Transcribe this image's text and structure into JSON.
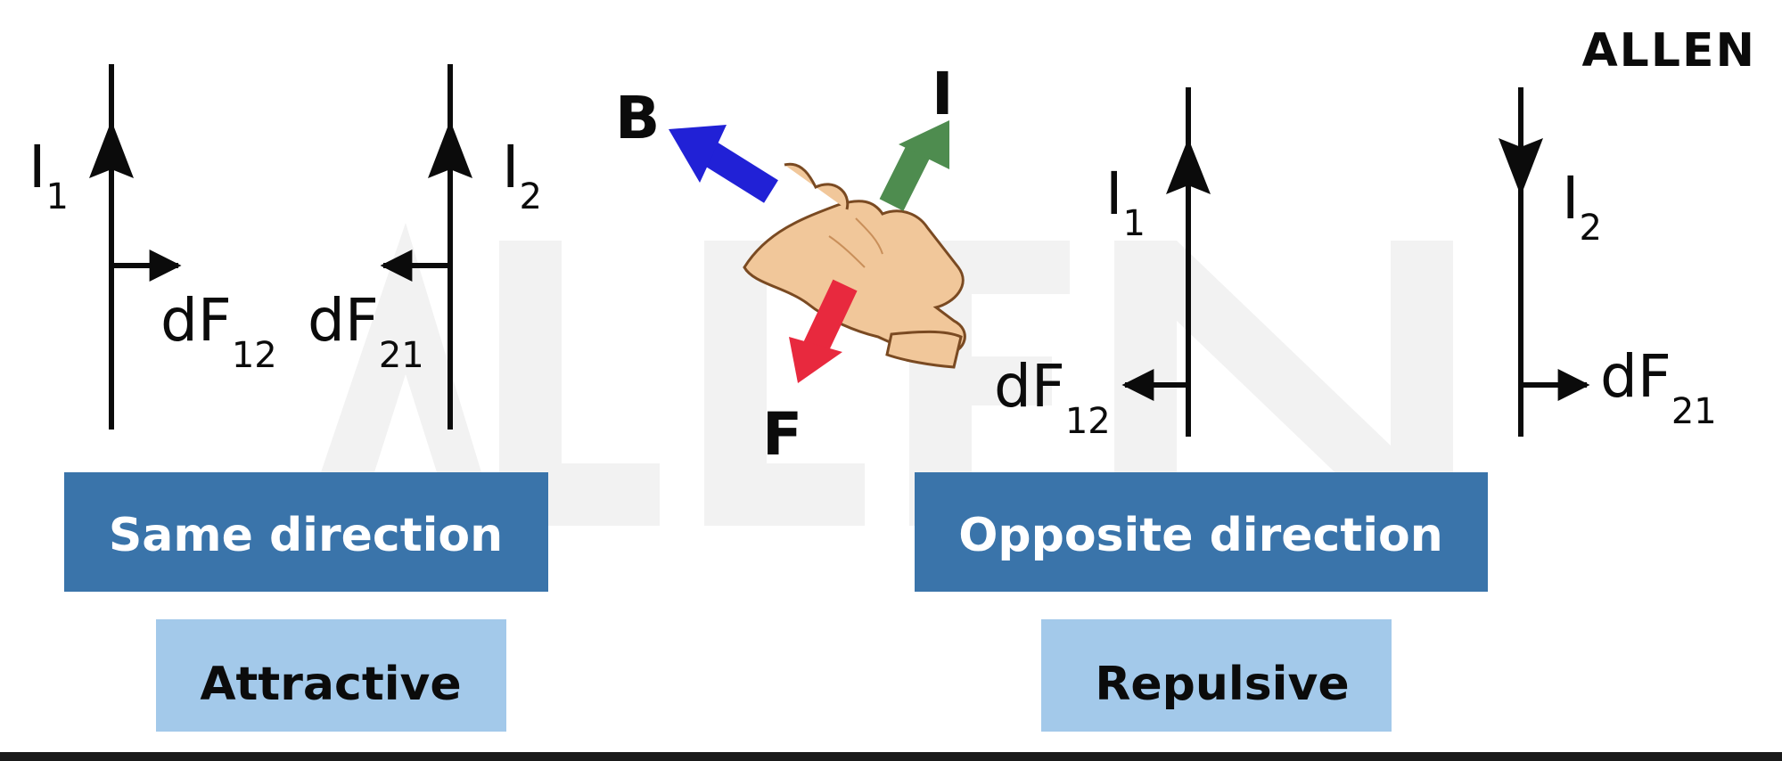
{
  "logo": {
    "text": "ALLEN"
  },
  "left_diagram": {
    "wire1": {
      "current": "I",
      "subscript": "1"
    },
    "wire2": {
      "current": "I",
      "subscript": "2"
    },
    "force1": {
      "symbol": "dF",
      "subscript": "12"
    },
    "force2": {
      "symbol": "dF",
      "subscript": "21"
    },
    "direction_label": "Same direction",
    "nature_label": "Attractive"
  },
  "hand_rule": {
    "b_label": "B",
    "i_label": "I",
    "f_label": "F"
  },
  "right_diagram": {
    "wire1": {
      "current": "I",
      "subscript": "1"
    },
    "wire2": {
      "current": "I",
      "subscript": "2"
    },
    "force1": {
      "symbol": "dF",
      "subscript": "12"
    },
    "force2": {
      "symbol": "dF",
      "subscript": "21"
    },
    "direction_label": "Opposite direction",
    "nature_label": "Repulsive"
  },
  "colors": {
    "dark_box": "#3a74aa",
    "light_box": "#a3c9ea",
    "b_arrow": "#2121d6",
    "i_arrow": "#4e8c4f",
    "f_arrow": "#e8293e",
    "skin": "#f1c79a",
    "watermark": "#f1f1f1"
  }
}
